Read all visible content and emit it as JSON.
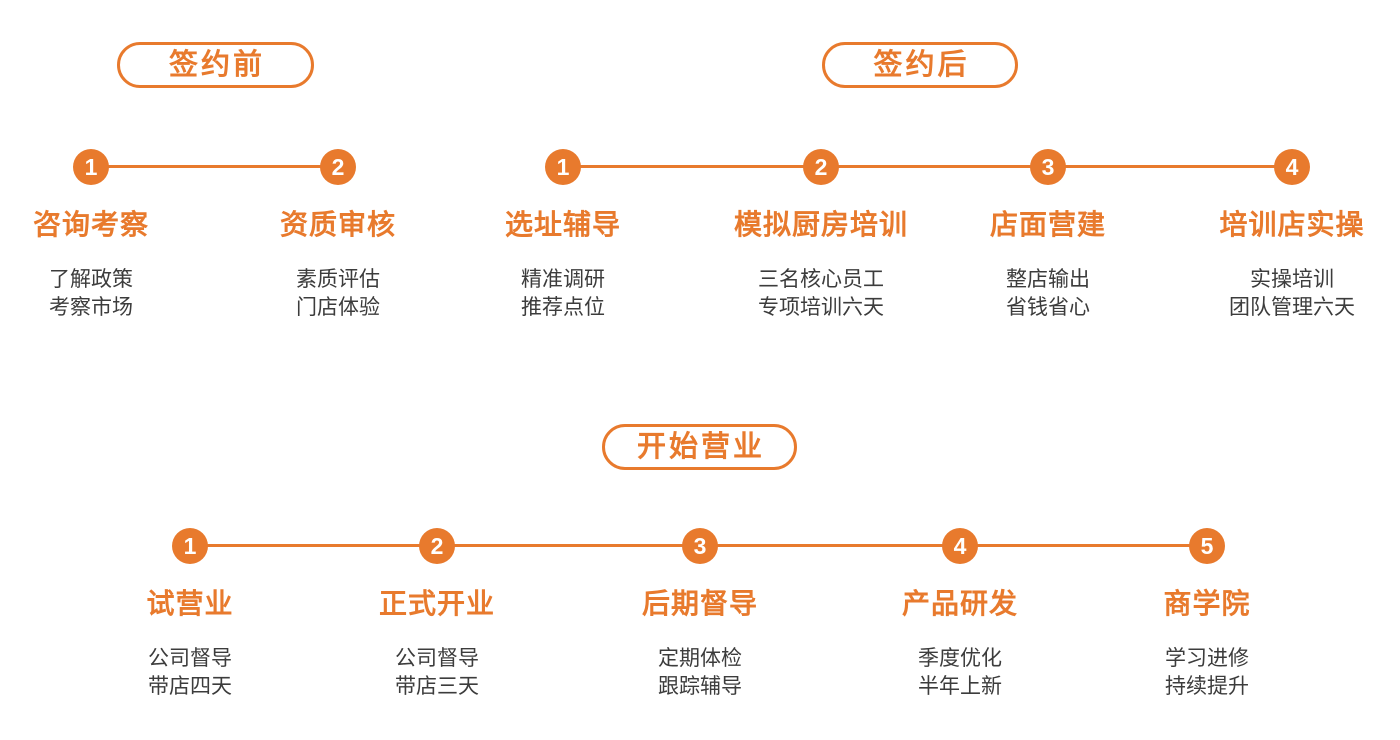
{
  "colors": {
    "accent": "#E87A2D",
    "body_text": "#3C3C3C",
    "background": "#FFFFFF"
  },
  "phases": [
    {
      "badge": "签约前",
      "steps": [
        {
          "number": "1",
          "title": "咨询考察",
          "desc_line1": "了解政策",
          "desc_line2": "考察市场"
        },
        {
          "number": "2",
          "title": "资质审核",
          "desc_line1": "素质评估",
          "desc_line2": "门店体验"
        }
      ]
    },
    {
      "badge": "签约后",
      "steps": [
        {
          "number": "1",
          "title": "选址辅导",
          "desc_line1": "精准调研",
          "desc_line2": "推荐点位"
        },
        {
          "number": "2",
          "title": "模拟厨房培训",
          "desc_line1": "三名核心员工",
          "desc_line2": "专项培训六天"
        },
        {
          "number": "3",
          "title": "店面营建",
          "desc_line1": "整店输出",
          "desc_line2": "省钱省心"
        },
        {
          "number": "4",
          "title": "培训店实操",
          "desc_line1": "实操培训",
          "desc_line2": "团队管理六天"
        }
      ]
    },
    {
      "badge": "开始营业",
      "steps": [
        {
          "number": "1",
          "title": "试营业",
          "desc_line1": "公司督导",
          "desc_line2": "带店四天"
        },
        {
          "number": "2",
          "title": "正式开业",
          "desc_line1": "公司督导",
          "desc_line2": "带店三天"
        },
        {
          "number": "3",
          "title": "后期督导",
          "desc_line1": "定期体检",
          "desc_line2": "跟踪辅导"
        },
        {
          "number": "4",
          "title": "产品研发",
          "desc_line1": "季度优化",
          "desc_line2": "半年上新"
        },
        {
          "number": "5",
          "title": "商学院",
          "desc_line1": "学习进修",
          "desc_line2": "持续提升"
        }
      ]
    }
  ]
}
